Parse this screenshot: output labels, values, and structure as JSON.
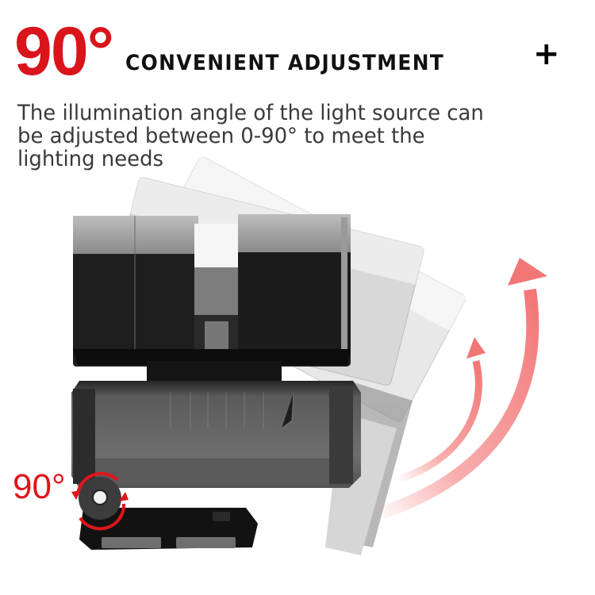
{
  "header": {
    "angle_label": "90°",
    "title": "CONVENIENT ADJUSTMENT",
    "plus_icon": "plus-icon"
  },
  "description": {
    "text": "The illumination angle of the light source can be adjusted between 0-90° to meet the lighting needs"
  },
  "product_image": {
    "subject": "dual-head light with rotating base",
    "hinge_angle_label": "90°",
    "icons": [
      "rotation-arc-arrows-icon",
      "upward-curved-arrow-icon"
    ]
  },
  "colors": {
    "accent_red": "#d9141b",
    "arrow_pink": "#f27b7b",
    "body_text": "#3a3a3a",
    "title_text": "#111111"
  }
}
